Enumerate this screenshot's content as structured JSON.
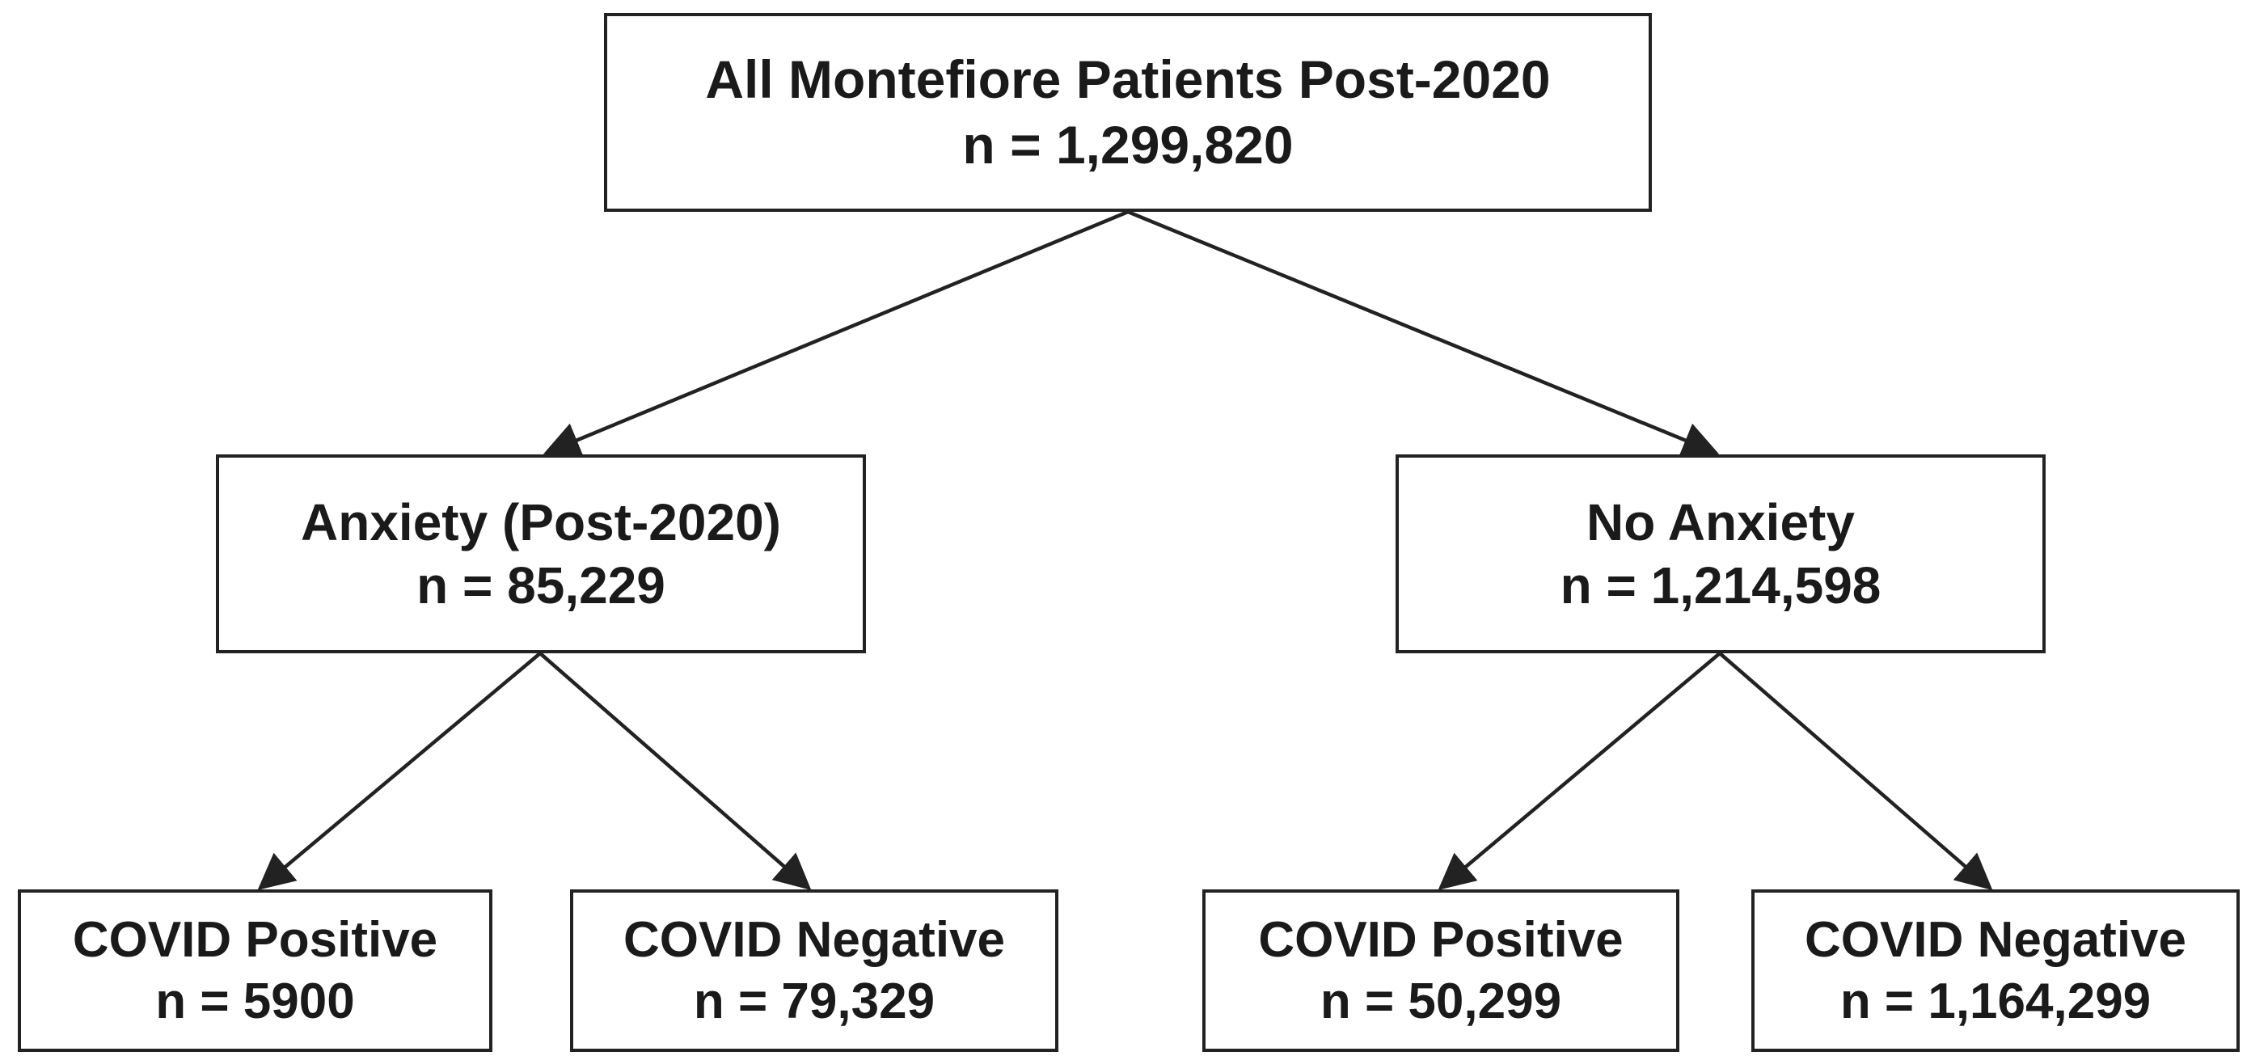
{
  "diagram": {
    "line_color": "#222222",
    "text_color": "#1a1a1a",
    "nodes": {
      "root": {
        "title": "All Montefiore Patients Post-2020",
        "count": "n = 1,299,820"
      },
      "anxiety": {
        "title": "Anxiety (Post-2020)",
        "count": "n = 85,229"
      },
      "no_anxiety": {
        "title": "No Anxiety",
        "count": "n = 1,214,598"
      },
      "anxiety_covid_positive": {
        "title": "COVID Positive",
        "count": "n = 5900"
      },
      "anxiety_covid_negative": {
        "title": "COVID Negative",
        "count": "n = 79,329"
      },
      "no_anxiety_covid_positive": {
        "title": "COVID Positive",
        "count": "n = 50,299"
      },
      "no_anxiety_covid_negative": {
        "title": "COVID Negative",
        "count": "n = 1,164,299"
      }
    }
  }
}
